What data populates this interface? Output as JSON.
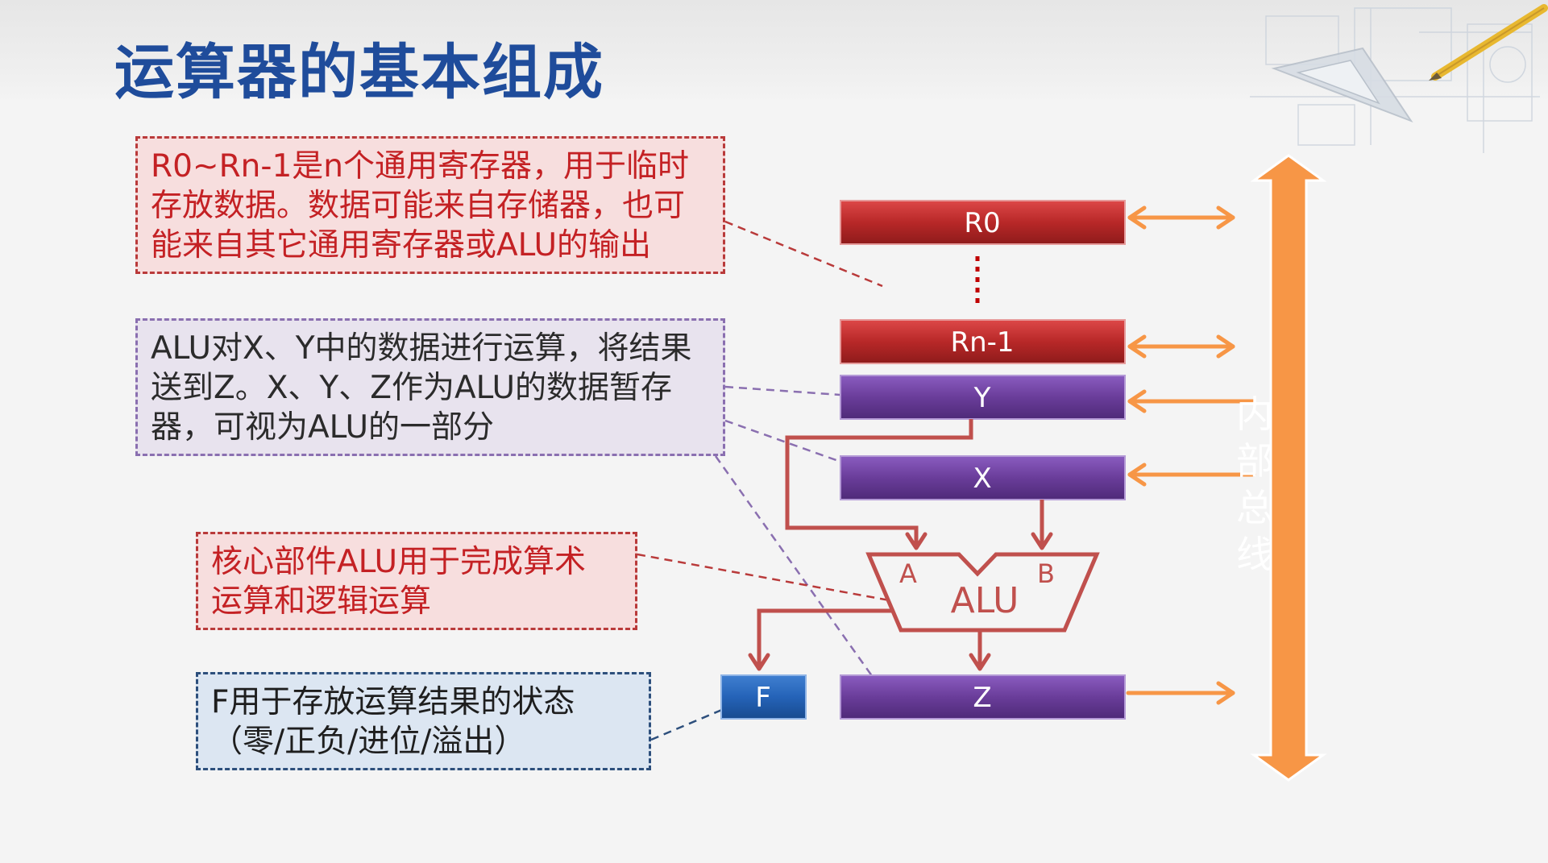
{
  "title": "运算器的基本组成",
  "notes": {
    "registers": "R0~Rn-1是n个通用寄存器，用于临时\n存放数据。数据可能来自存储器，也可\n能来自其它通用寄存器或ALU的输出",
    "alu_buffers": "ALU对X、Y中的数据进行运算，将结果\n送到Z。X、Y、Z作为ALU的数据暂存\n器，可视为ALU的一部分",
    "alu_core": "核心部件ALU用于完成算术\n运算和逻辑运算",
    "flags": "F用于存放运算结果的状态\n（零/正负/进位/溢出）"
  },
  "registers": {
    "r0": "R0",
    "rn1": "Rn-1",
    "y": "Y",
    "x": "X",
    "z": "Z",
    "f": "F"
  },
  "alu": {
    "label": "ALU",
    "input_a": "A",
    "input_b": "B"
  },
  "bus": {
    "chars": [
      "内",
      "部",
      "总",
      "线"
    ]
  },
  "colors": {
    "title": "#1f4c9b",
    "general_register": "#b82828",
    "temp_register": "#6a3d9a",
    "flag_register": "#2563b8",
    "bus": "#f79646",
    "connector": "#c0504d"
  }
}
